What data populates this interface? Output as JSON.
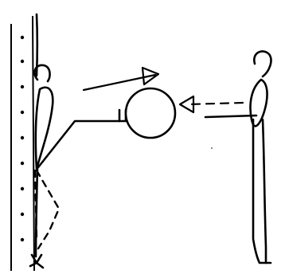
{
  "diagram": {
    "ink_color": "#000000",
    "background_color": "#ffffff",
    "elements": [
      {
        "name": "wall-bars",
        "description_icon": "wall-bars-icon"
      },
      {
        "name": "exerciser-figure",
        "description_icon": "stick-figure-icon"
      },
      {
        "name": "exerciser-figure-dashed-legs",
        "description_icon": "dashed-legs-icon"
      },
      {
        "name": "ball",
        "description_icon": "ball-icon"
      },
      {
        "name": "partner-figure",
        "description_icon": "stick-figure-icon"
      },
      {
        "name": "ball-kick-arrow",
        "description_icon": "arrow-right-up-icon"
      },
      {
        "name": "ball-pass-arrow",
        "description_icon": "dashed-arrow-left-icon"
      }
    ]
  }
}
